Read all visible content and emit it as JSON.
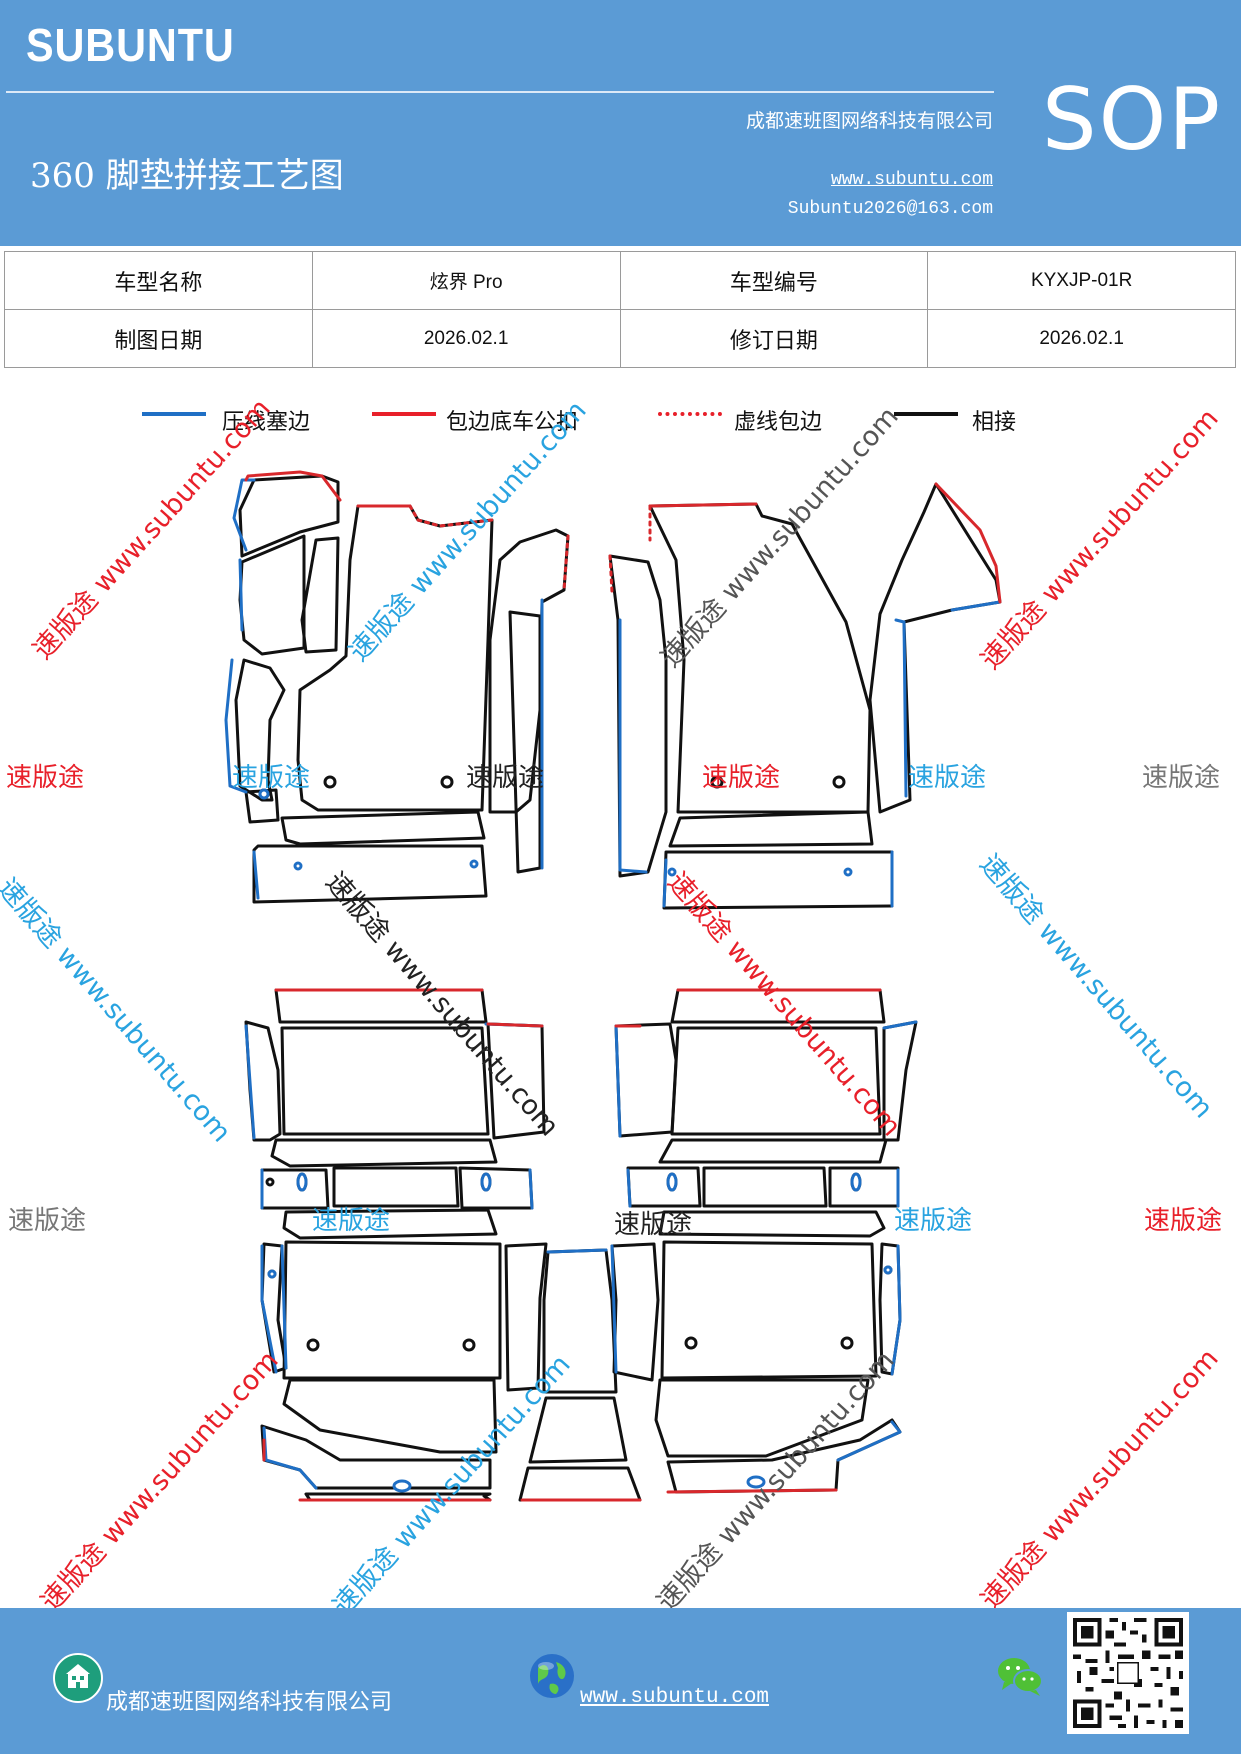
{
  "header": {
    "brand": "SUBUNTU",
    "company": "成都速班图网络科技有限公司",
    "title": "360 脚垫拼接工艺图",
    "website": "www.subuntu.com",
    "email": "Subuntu2026@163.com",
    "badge": "SOP"
  },
  "info_table": {
    "rows": [
      {
        "label1": "车型名称",
        "value1": "炫界 Pro",
        "label2": "车型编号",
        "value2": "KYXJP-01R"
      },
      {
        "label1": "制图日期",
        "value1": "2026.02.1",
        "label2": "修订日期",
        "value2": "2026.02.1"
      }
    ]
  },
  "legend": {
    "items": [
      {
        "label": "压线塞边",
        "color": "#1f6fc5",
        "style": "solid"
      },
      {
        "label": "包边底车公扣",
        "color": "#e8202a",
        "style": "solid"
      },
      {
        "label": "虚线包边",
        "color": "#e8202a",
        "style": "dotted"
      },
      {
        "label": "相接",
        "color": "#111111",
        "style": "solid"
      }
    ]
  },
  "watermarks": {
    "brand_cn": "速版途",
    "url_text": "速版途 www.subuntu.com",
    "colors": {
      "red": "#e8202a",
      "blue": "#29a3e0",
      "gray": "#777777",
      "black": "#222222"
    }
  },
  "footer": {
    "company": "成都速班图网络科技有限公司",
    "website": "www.subuntu.com",
    "icons": [
      "building-icon",
      "globe-icon",
      "wechat-icon",
      "qr-code"
    ]
  }
}
